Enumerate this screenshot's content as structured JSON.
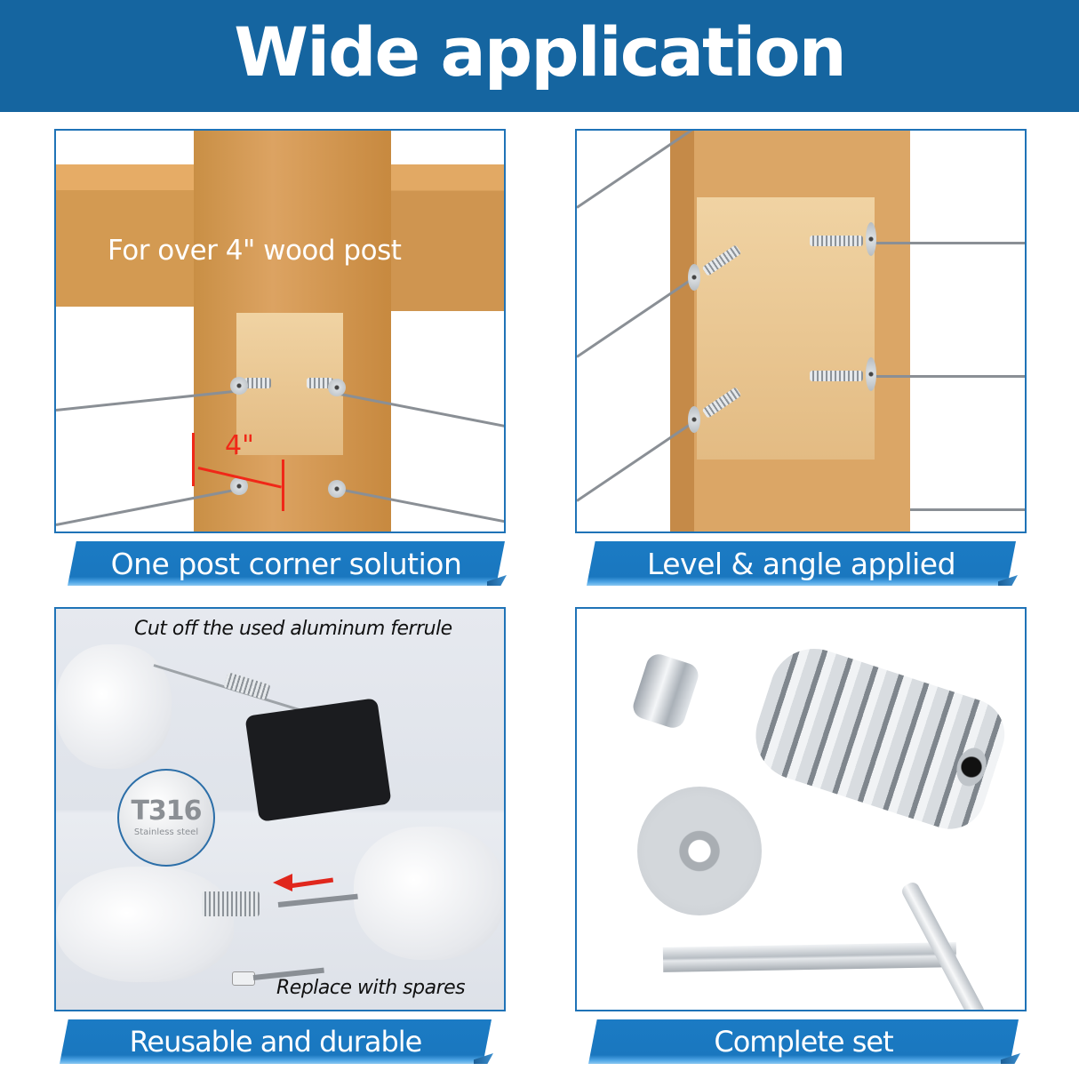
{
  "header": {
    "title": "Wide application",
    "background_color": "#1565a0"
  },
  "panels": [
    {
      "id": "one-post-corner",
      "overlay_text": "For over 4\" wood post",
      "dimension_label": "4\"",
      "caption": "One post corner solution"
    },
    {
      "id": "level-angle",
      "caption": "Level & angle applied"
    },
    {
      "id": "reusable",
      "top_text": "Cut off the used aluminum ferrule",
      "bottom_text": "Replace with spares",
      "badge": {
        "title": "T316",
        "subtitle": "Stainless steel"
      },
      "caption": "Reusable and durable"
    },
    {
      "id": "complete-set",
      "items": [
        "aluminum ferrule",
        "threaded tensioner",
        "washer",
        "T-handle key"
      ],
      "caption": "Complete set"
    }
  ],
  "colors": {
    "accent": "#1b7bc4",
    "panel_border": "#1f73b7",
    "dimension_red": "#f02818"
  }
}
